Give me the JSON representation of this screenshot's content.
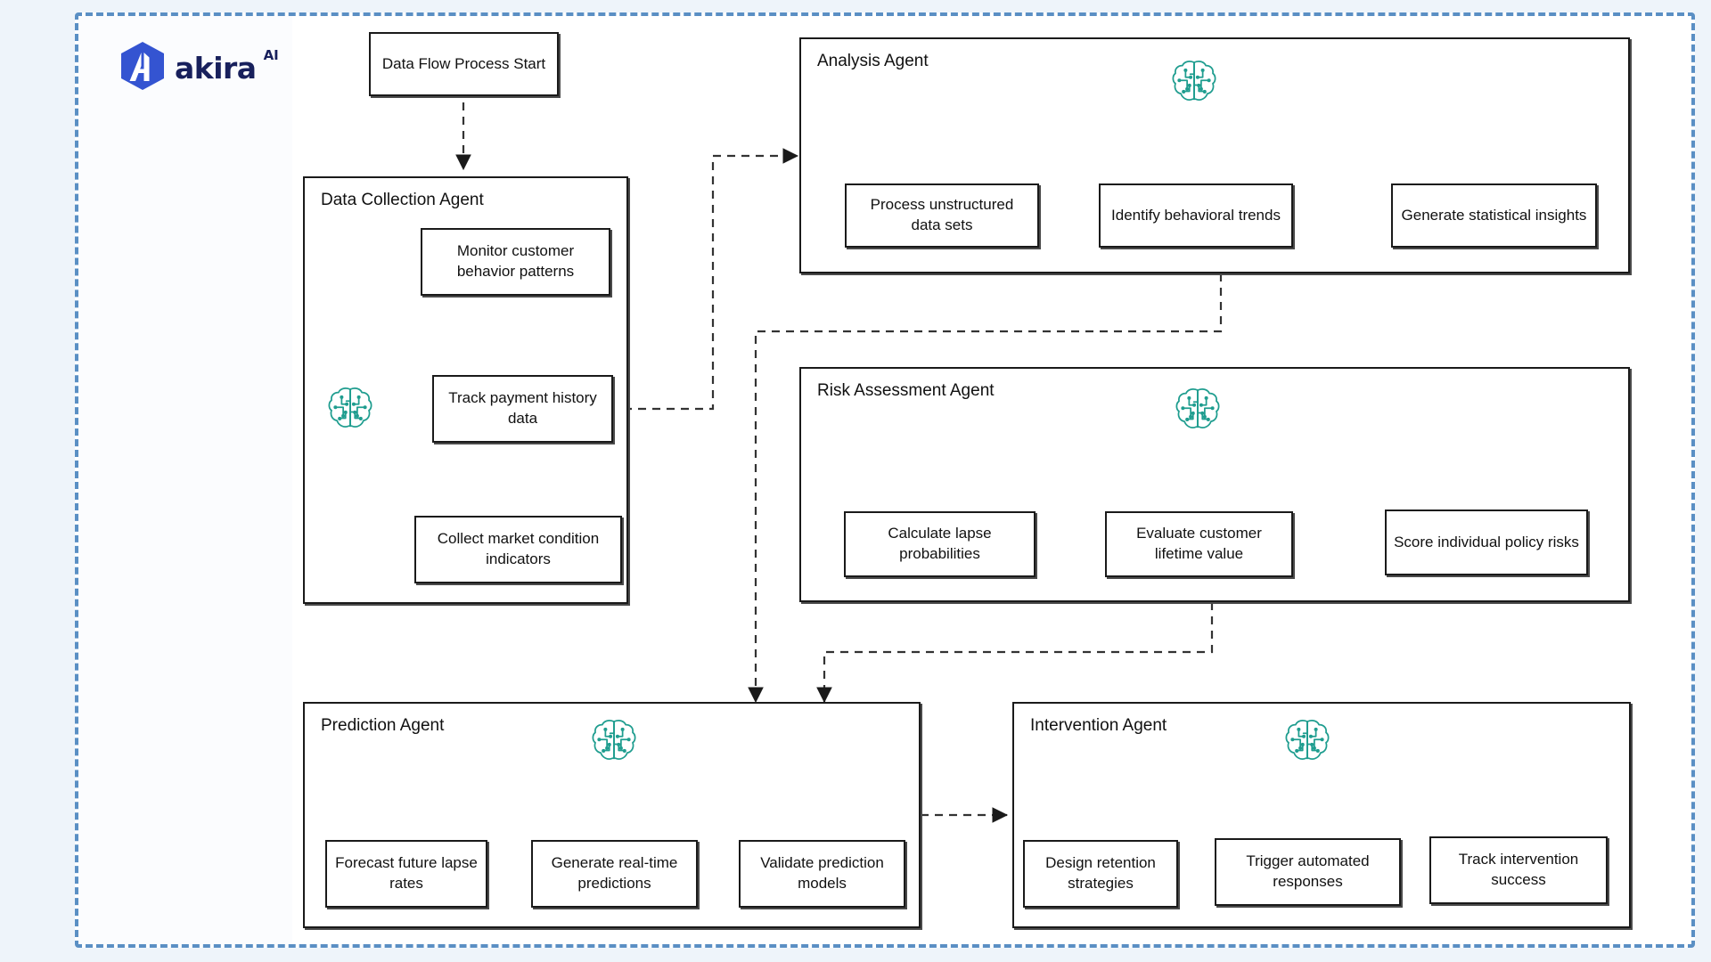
{
  "brand": {
    "logo_icon": "akira-hexagon-logo-icon",
    "wordmark": "akira",
    "superscript": "AI",
    "primary_color": "#3454d1",
    "wordmark_color": "#18205c"
  },
  "frame": {
    "border_color": "#5a8fc4",
    "page_background": "#eef4fa",
    "canvas_background": "#ffffff"
  },
  "theme": {
    "node_border": "#1a1a1a",
    "node_fill": "#ffffff",
    "text_color": "#111111",
    "brain_icon_color": "#1f9d8f",
    "connector_color": "#333333"
  },
  "diagram": {
    "type": "flowchart",
    "title": "Data Flow Process Start",
    "start_node": {
      "id": "start",
      "label": "Data Flow Process Start"
    },
    "agents": [
      {
        "id": "data-collection-agent",
        "title": "Data Collection Agent",
        "icon": "ai-brain-icon",
        "tasks": [
          {
            "id": "monitor-customer-behavior",
            "label": "Monitor customer behavior patterns"
          },
          {
            "id": "track-payment-history",
            "label": "Track payment history data"
          },
          {
            "id": "collect-market-conditions",
            "label": "Collect market condition indicators"
          }
        ]
      },
      {
        "id": "analysis-agent",
        "title": "Analysis Agent",
        "icon": "ai-brain-icon",
        "tasks": [
          {
            "id": "process-unstructured-data",
            "label": "Process unstructured data sets"
          },
          {
            "id": "identify-behavioral-trends",
            "label": "Identify behavioral trends"
          },
          {
            "id": "generate-statistical-insights",
            "label": "Generate statistical insights"
          }
        ]
      },
      {
        "id": "risk-assessment-agent",
        "title": "Risk Assessment Agent",
        "icon": "ai-brain-icon",
        "tasks": [
          {
            "id": "calculate-lapse-probabilities",
            "label": "Calculate lapse probabilities"
          },
          {
            "id": "evaluate-customer-lifetime-value",
            "label": "Evaluate customer lifetime value"
          },
          {
            "id": "score-individual-policy-risks",
            "label": "Score individual policy risks"
          }
        ]
      },
      {
        "id": "prediction-agent",
        "title": "Prediction Agent",
        "icon": "ai-brain-icon",
        "tasks": [
          {
            "id": "forecast-future-lapse-rates",
            "label": "Forecast future lapse rates"
          },
          {
            "id": "generate-realtime-predictions",
            "label": "Generate real-time predictions"
          },
          {
            "id": "validate-prediction-models",
            "label": "Validate prediction models"
          }
        ]
      },
      {
        "id": "intervention-agent",
        "title": "Intervention Agent",
        "icon": "ai-brain-icon",
        "tasks": [
          {
            "id": "design-retention-strategies",
            "label": "Design retention strategies"
          },
          {
            "id": "trigger-automated-responses",
            "label": "Trigger automated responses"
          },
          {
            "id": "track-intervention-success",
            "label": "Track intervention success"
          }
        ]
      }
    ],
    "connections": [
      {
        "from": "start",
        "to": "data-collection-agent",
        "style": "dashed"
      },
      {
        "from": "track-payment-history",
        "to": "analysis-agent",
        "style": "dashed"
      },
      {
        "from": "analysis-agent",
        "to": "prediction-agent",
        "style": "dashed"
      },
      {
        "from": "risk-assessment-agent",
        "to": "prediction-agent",
        "style": "dashed"
      },
      {
        "from": "prediction-agent",
        "to": "intervention-agent",
        "style": "dashed"
      }
    ]
  }
}
